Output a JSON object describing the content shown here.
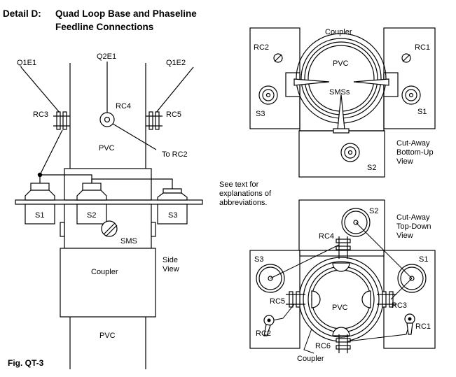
{
  "title": {
    "detail": "Detail D:",
    "line1": "Quad Loop Base and Phaseline",
    "line2": "Feedline Connections"
  },
  "figure_label": "Fig. QT-3",
  "side_view": {
    "wires": {
      "q1e1": "Q1E1",
      "q2e1": "Q2E1",
      "q1e2": "Q1E2"
    },
    "rc3": "RC3",
    "rc4": "RC4",
    "rc5": "RC5",
    "to_rc2": "To RC2",
    "pvc_top": "PVC",
    "s1": "S1",
    "s2": "S2",
    "s3": "S3",
    "sms": "SMS",
    "coupler": "Coupler",
    "pvc_bottom": "PVC",
    "view_label_1": "Side",
    "view_label_2": "View"
  },
  "bottom_up_view": {
    "coupler": "Coupler",
    "rc2": "RC2",
    "rc1": "RC1",
    "pvc": "PVC",
    "smss": "SMSs",
    "s3": "S3",
    "s1": "S1",
    "s2": "S2",
    "view_label_1": "Cut-Away",
    "view_label_2": "Bottom-Up",
    "view_label_3": "View"
  },
  "note": {
    "line1": "See text for",
    "line2": "explanations of",
    "line3": "abbreviations."
  },
  "top_down_view": {
    "s2": "S2",
    "rc4": "RC4",
    "s3": "S3",
    "s1": "S1",
    "rc5": "RC5",
    "pvc": "PVC",
    "rc3": "RC3",
    "rc2": "RC2",
    "rc1": "RC1",
    "rc6": "RC6",
    "coupler": "Coupler",
    "view_label_1": "Cut-Away",
    "view_label_2": "Top-Down",
    "view_label_3": "View"
  }
}
